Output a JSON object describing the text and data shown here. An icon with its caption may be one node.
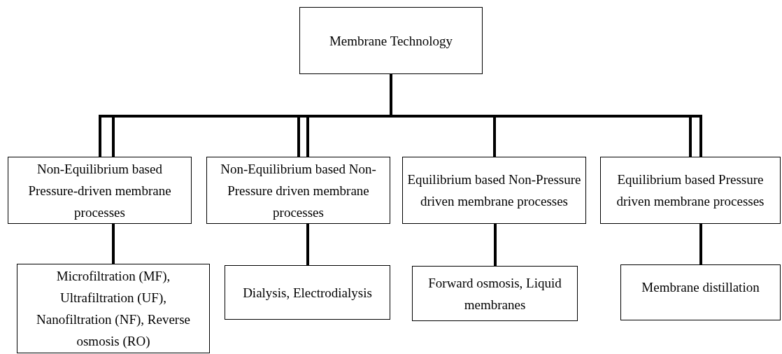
{
  "diagram": {
    "nodes": [
      {
        "text": [
          "Membrane Technology"
        ]
      },
      {
        "text": [
          "Non-Equilibrium based Pressure-driven membrane processes"
        ]
      },
      {
        "text": [
          "Non-Equilibrium based Non-Pressure driven membrane processes"
        ]
      },
      {
        "text": [
          "Equilibrium based Non-Pressure driven membrane processes"
        ]
      },
      {
        "text": [
          "Equilibrium based Pressure driven membrane processes"
        ]
      },
      {
        "text": [
          "Microfiltration (MF), Ultrafiltration (UF), Nanofiltration (NF), Reverse osmosis (RO)"
        ]
      },
      {
        "text": [
          "Dialysis, Electrodialysis"
        ]
      },
      {
        "text": [
          "Forward osmosis, Liquid membranes"
        ]
      },
      {
        "text": [
          "Membrane distillation"
        ]
      }
    ],
    "edges": [
      {
        "from": 0,
        "to": 1,
        "arrow": "none"
      },
      {
        "from": 0,
        "to": 2,
        "arrow": "none"
      },
      {
        "from": 0,
        "to": 3,
        "arrow": "none"
      },
      {
        "from": 0,
        "to": 4,
        "arrow": "none"
      },
      {
        "from": 1,
        "to": 5,
        "arrow": "none"
      },
      {
        "from": 2,
        "to": 6,
        "arrow": "none"
      },
      {
        "from": 3,
        "to": 7,
        "arrow": "none"
      },
      {
        "from": 4,
        "to": 8,
        "arrow": "none"
      }
    ]
  }
}
